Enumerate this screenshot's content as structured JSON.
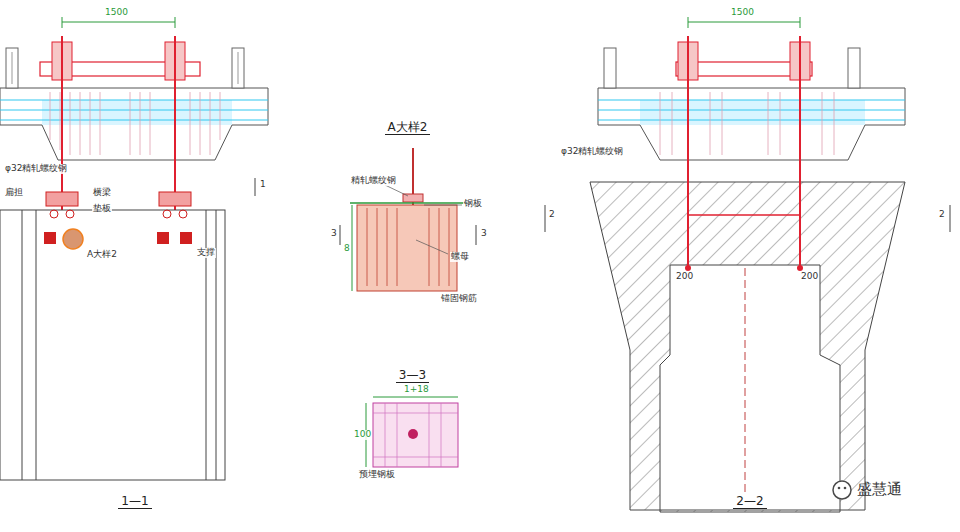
{
  "diagram": {
    "nodes": [
      {
        "text": [
          "1—1"
        ]
      },
      {
        "text": [
          "A大样2"
        ]
      },
      {
        "text": [
          "3—3"
        ]
      },
      {
        "text": [
          "2—2"
        ]
      }
    ],
    "labels": [
      "1500",
      "1500",
      "φ32精轧螺纹钢",
      "扁担",
      "横梁",
      "垫板",
      "A大样2",
      "支撑",
      "精轧螺纹钢",
      "钢板",
      "螺母",
      "锚固钢筋",
      "8",
      "1+18",
      "预埋钢板",
      "φ32精轧螺纹钢",
      "200",
      "200",
      "1",
      "2",
      "2",
      "3",
      "3",
      "100",
      "盛慧通"
    ]
  }
}
